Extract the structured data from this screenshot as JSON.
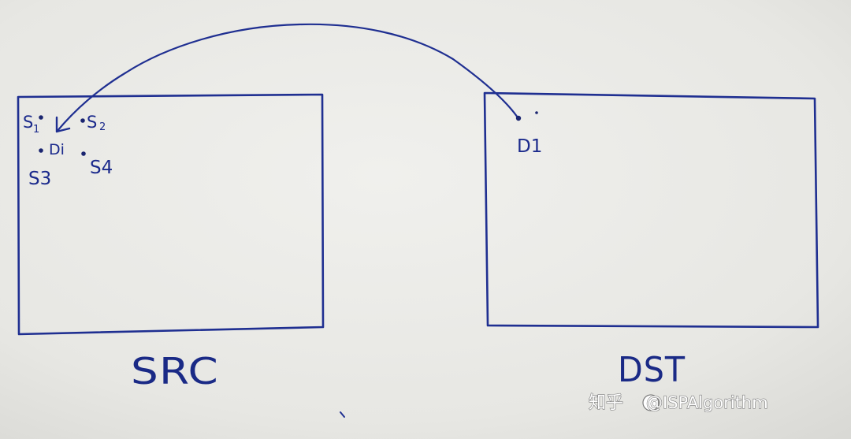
{
  "source_box": {
    "title": "SRC",
    "labels": {
      "s1": "S",
      "s1_sub": "1",
      "s2": "S",
      "s2_sub": "2",
      "s3": "S3",
      "s4": "S4",
      "di": "Di"
    }
  },
  "destination_box": {
    "title": "DST",
    "labels": {
      "d1": "D1"
    }
  },
  "watermark": {
    "platform": "知乎",
    "handle": "@ISPAlgorithm"
  },
  "colors": {
    "paper": "#e9e9e6",
    "ink": "#1f2f91",
    "dot_ink": "#1a2570"
  }
}
